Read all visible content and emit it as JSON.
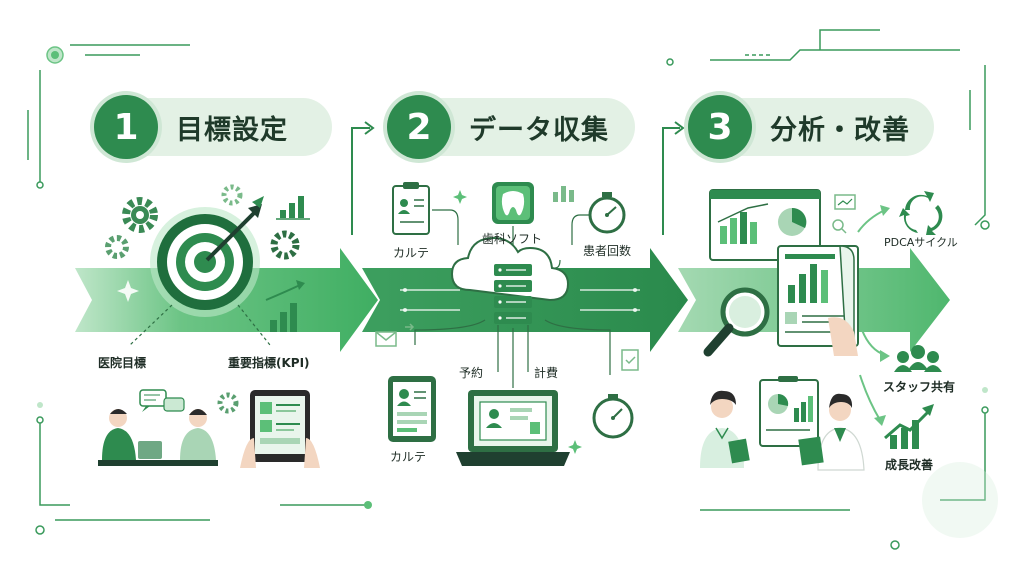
{
  "steps": [
    {
      "number": "1",
      "title": "目標設定"
    },
    {
      "number": "2",
      "title": "データ収集"
    },
    {
      "number": "3",
      "title": "分析・改善"
    }
  ],
  "step1": {
    "labels": [
      "医院目標",
      "重要指標(KPI)"
    ]
  },
  "step2": {
    "top_labels": [
      "カルテ",
      "歯科ソフト",
      "患者回数"
    ],
    "bottom_labels": [
      "予約",
      "計費",
      "カルテ"
    ]
  },
  "step3": {
    "labels": [
      "PDCAサイクル",
      "スタッフ共有",
      "成長改善"
    ]
  },
  "colors": {
    "primary": "#2e8b4f",
    "light": "#e3f1e5",
    "arrow": "#5cbf78",
    "line": "#3a9a5c"
  },
  "icons": [
    "target-arrow-icon",
    "gear-icon",
    "bar-chart-icon",
    "people-meeting-icon",
    "tablet-hand-icon",
    "clipboard-icon",
    "tooth-icon",
    "stopwatch-icon",
    "cloud-server-icon",
    "laptop-icon",
    "magnifier-icon",
    "report-document-icon",
    "recycle-icon",
    "team-icon",
    "growth-chart-icon",
    "doctor-icon",
    "nurse-icon"
  ]
}
